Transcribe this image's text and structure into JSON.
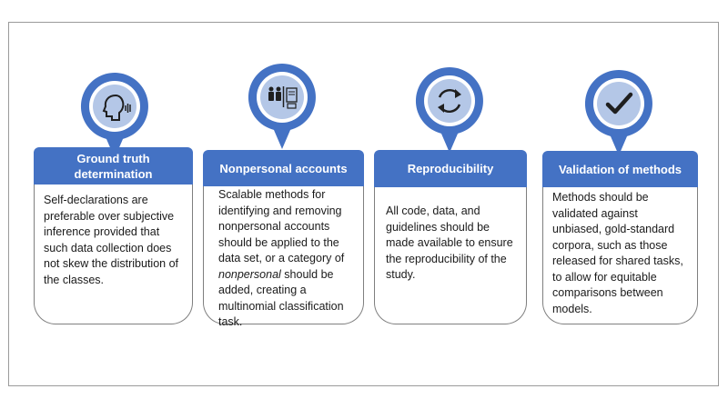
{
  "diagram": {
    "columns": [
      {
        "icon": "speaking-head-icon",
        "title": "Ground truth determination",
        "text": "Self-declarations are preferable over subjective inference provided that such data collection does not skew the distribution of the classes."
      },
      {
        "icon": "people-and-account-icon",
        "title": "Nonpersonal accounts",
        "text_before": "Scalable methods for identifying and removing nonpersonal accounts should be applied to the data set, or a category of ",
        "text_italic": "nonpersonal",
        "text_after": " should be added, creating a multinomial classification task."
      },
      {
        "icon": "refresh-cycle-icon",
        "title": "Reproducibility",
        "text": "All code, data, and guidelines should be made available to ensure the reproducibility of the study."
      },
      {
        "icon": "checkmark-icon",
        "title": "Validation of methods",
        "text": "Methods should be validated against unbiased, gold-standard corpora, such as those released for shared tasks, to allow for equitable comparisons between models."
      }
    ],
    "colors": {
      "accent": "#4472c4",
      "pin_inner": "#b4c7e7"
    }
  }
}
